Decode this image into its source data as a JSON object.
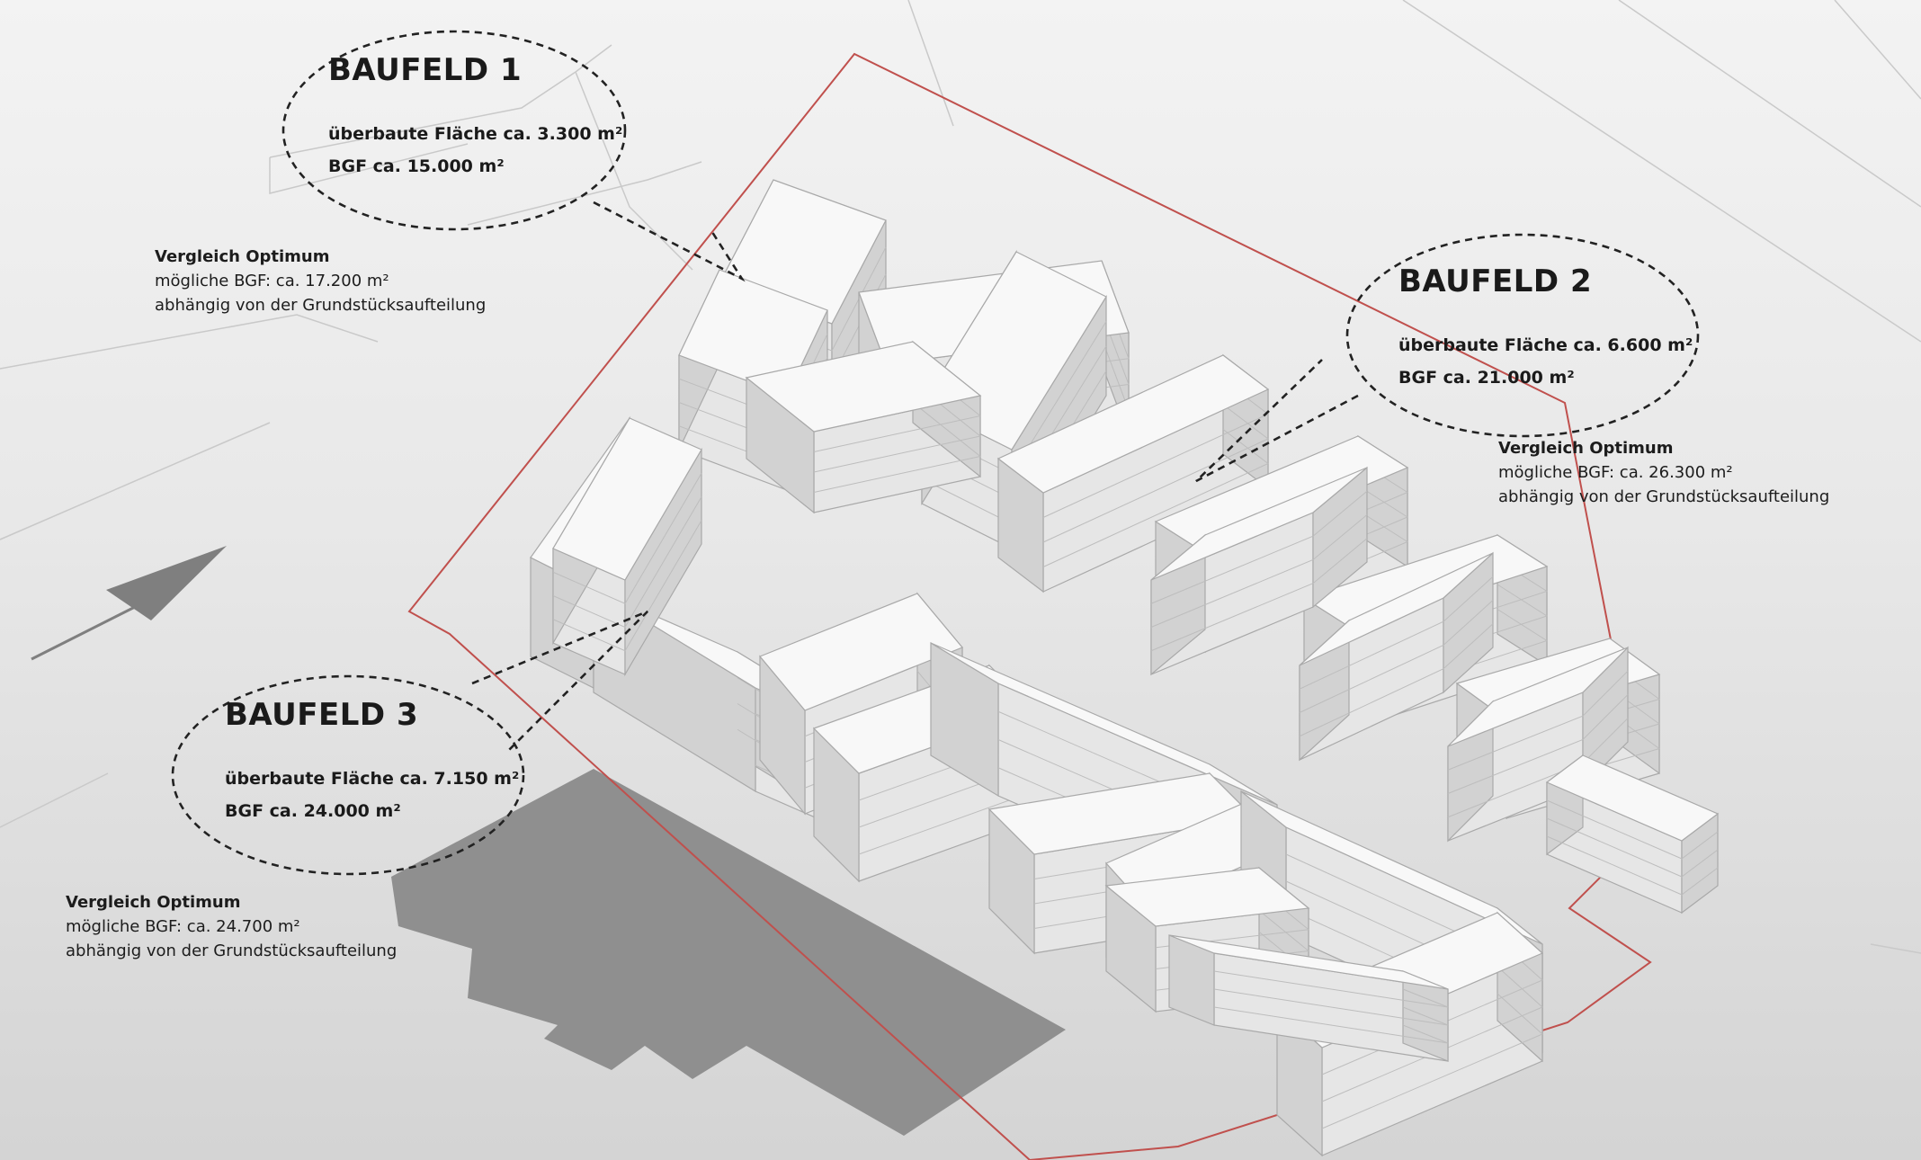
{
  "fields": [
    {
      "title": "BAUFELD 1",
      "area": "überbaute Fläche ca. 3.300 m²",
      "bgf": "BGF ca. 15.000 m²",
      "comparison": {
        "heading": "Vergleich Optimum",
        "bgf": "mögliche BGF: ca. 17.200 m²",
        "note": "abhängig von der Grundstücksaufteilung"
      }
    },
    {
      "title": "BAUFELD 2",
      "area": "überbaute Fläche ca. 6.600 m²",
      "bgf": "BGF ca. 21.000 m²",
      "comparison": {
        "heading": "Vergleich Optimum",
        "bgf": "mögliche BGF: ca. 26.300 m²",
        "note": "abhängig von der Grundstücksaufteilung"
      }
    },
    {
      "title": "BAUFELD 3",
      "area": "überbaute Fläche ca. 7.150 m²",
      "bgf": "BGF ca. 24.000 m²",
      "comparison": {
        "heading": "Vergleich Optimum",
        "bgf": "mögliche BGF: ca. 24.700 m²",
        "note": "abhängig von der Grundstücksaufteilung"
      }
    }
  ],
  "colors": {
    "boundary": "#c0504d",
    "building_top": "#f8f8f8",
    "building_left": "#e6e6e6",
    "building_right": "#d2d2d2",
    "existing_building": "#8f8f8f",
    "arrow": "#7f7f7f",
    "callout": "#222222"
  }
}
